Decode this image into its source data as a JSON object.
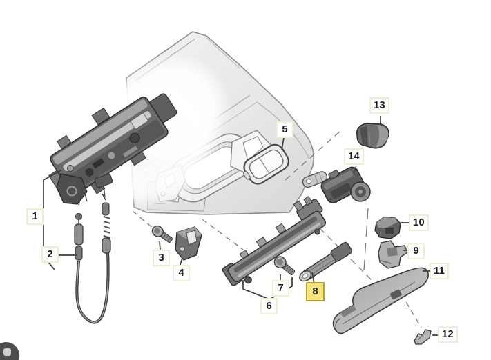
{
  "diagram": {
    "type": "exploded-parts-diagram",
    "subject": "vehicle door exterior handle and lock assembly",
    "highlighted_part_number": "8",
    "colors": {
      "background": "#ffffff",
      "label_background": "#ffffff",
      "label_border": "#f1ecd8",
      "label_text": "#1f1f1f",
      "highlight_label_background": "#f4e47c",
      "highlight_label_border": "#b99e2e",
      "leader_line": "#3c3c3c",
      "dashed_guide": "#7a7a7a",
      "panel_fill": "#e9e9e9",
      "part_dark": "#565656",
      "part_mid": "#8c8c8c",
      "part_light": "#c4c4c4"
    },
    "parts": [
      {
        "num": "1"
      },
      {
        "num": "2"
      },
      {
        "num": "3"
      },
      {
        "num": "4"
      },
      {
        "num": "5"
      },
      {
        "num": "6"
      },
      {
        "num": "7"
      },
      {
        "num": "8"
      },
      {
        "num": "9"
      },
      {
        "num": "10"
      },
      {
        "num": "11"
      },
      {
        "num": "12"
      },
      {
        "num": "13"
      },
      {
        "num": "14"
      }
    ]
  }
}
